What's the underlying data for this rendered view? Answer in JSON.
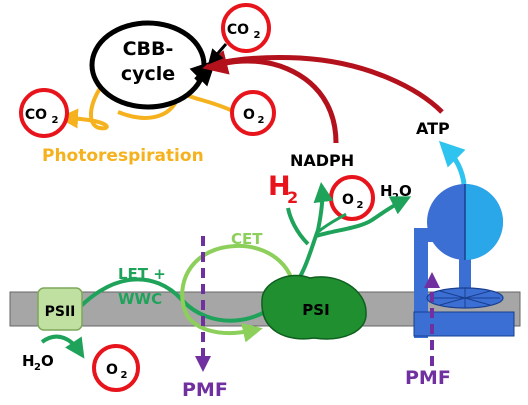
{
  "labels": {
    "cbb_line1": "CBB-",
    "cbb_line2": "cycle",
    "co2": "CO",
    "co2_sub": "2",
    "o2": "O",
    "o2_sub": "2",
    "photorespiration": "Photorespiration",
    "nadph": "NADPH",
    "atp": "ATP",
    "h2": "H",
    "h2_sub": "2",
    "h2o": "H",
    "h2o_sub": "2",
    "h2o_tail": "O",
    "cet": "CET",
    "let_line1": "LET +",
    "let_line2": "WWC",
    "psii": "PSII",
    "psi": "PSI",
    "pmf": "PMF"
  },
  "colors": {
    "membrane": "#a6a6a6",
    "cbb_ring": "#000000",
    "ring_red": "#e8141c",
    "dark_red_arrow": "#b3121c",
    "photorespiration": "#f5b21e",
    "atp_arrow": "#2ec4ef",
    "let_green": "#1fa35a",
    "cet_green": "#8ccf5a",
    "psi_green": "#1f8f2f",
    "psii_green": "#bfe0a0",
    "synthase_blue": "#3b6fd4",
    "synthase_light": "#2aa7e8",
    "pmf_purple": "#7030a0"
  }
}
